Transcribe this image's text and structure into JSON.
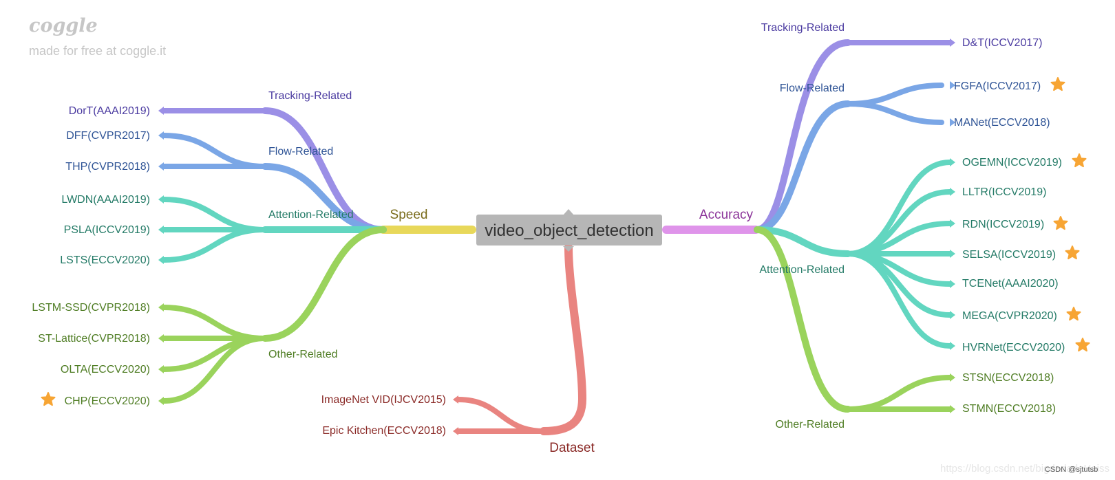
{
  "brand": {
    "logo": "coggle",
    "tagline": "made for free at coggle.it"
  },
  "watermark": {
    "url": "https://blog.csdn.net/bigdadadeHaiss",
    "tag": "CSDN @sjtutsb"
  },
  "root": "video_object_detection",
  "colors": {
    "tracking": "#9b8fe6",
    "tracking_text": "#4a3aa0",
    "flow": "#7aa6e6",
    "flow_text": "#2f5496",
    "attention": "#62d6c0",
    "attention_text": "#237a66",
    "other": "#9ad35c",
    "other_text": "#4f7d24",
    "dataset": "#e98480",
    "dataset_text": "#8b2b28",
    "speed": "#e8d85a",
    "speed_text": "#7a6c1c",
    "accuracy": "#df94ea",
    "accuracy_text": "#8b3399",
    "star": "#f7a534",
    "root_box": "#b6b6b6"
  },
  "speed": {
    "label": "Speed",
    "tracking": {
      "label": "Tracking-Related",
      "items": [
        "DorT(AAAI2019)"
      ]
    },
    "flow": {
      "label": "Flow-Related",
      "items": [
        "DFF(CVPR2017)",
        "THP(CVPR2018)"
      ]
    },
    "attention": {
      "label": "Attention-Related",
      "items": [
        "LWDN(AAAI2019)",
        "PSLA(ICCV2019)",
        "LSTS(ECCV2020)"
      ]
    },
    "other": {
      "label": "Other-Related",
      "items": [
        "LSTM-SSD(CVPR2018)",
        "ST-Lattice(CVPR2018)",
        "OLTA(ECCV2020)",
        "CHP(ECCV2020)"
      ]
    }
  },
  "accuracy": {
    "label": "Accuracy",
    "tracking": {
      "label": "Tracking-Related",
      "items": [
        "D&T(ICCV2017)"
      ]
    },
    "flow": {
      "label": "Flow-Related",
      "items": [
        "FGFA(ICCV2017)",
        "MANet(ECCV2018)"
      ]
    },
    "attention": {
      "label": "Attention-Related",
      "items": [
        "OGEMN(ICCV2019)",
        "LLTR(ICCV2019)",
        "RDN(ICCV2019)",
        "SELSA(ICCV2019)",
        "TCENet(AAAI2020)",
        "MEGA(CVPR2020)",
        "HVRNet(ECCV2020)"
      ]
    },
    "other": {
      "label": "Other-Related",
      "items": [
        "STSN(ECCV2018)",
        "STMN(ECCV2018)"
      ]
    }
  },
  "dataset": {
    "label": "Dataset",
    "items": [
      "ImageNet VID(IJCV2015)",
      "Epic Kitchen(ECCV2018)"
    ]
  },
  "starred": [
    "CHP(ECCV2020)",
    "FGFA(ICCV2017)",
    "OGEMN(ICCV2019)",
    "RDN(ICCV2019)",
    "SELSA(ICCV2019)",
    "MEGA(CVPR2020)",
    "HVRNet(ECCV2020)"
  ]
}
